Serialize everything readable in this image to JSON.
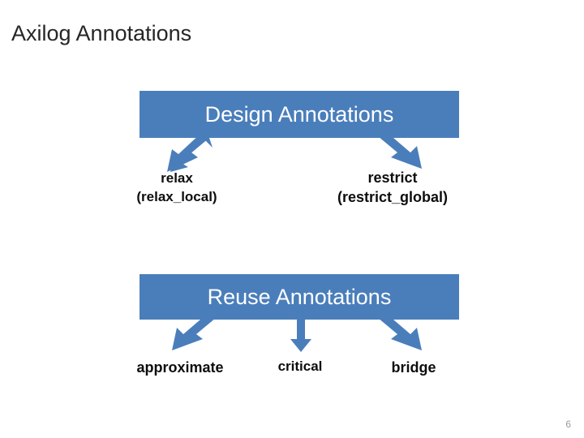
{
  "slide": {
    "title": "Axilog Annotations",
    "page_number": "6",
    "accent_color": "#4a7ebb",
    "arrow_color": "#4a7ebb",
    "text_color": "#0d0d0d",
    "title_color": "#262626"
  },
  "design": {
    "band_label": "Design Annotations",
    "children": [
      {
        "name": "relax",
        "sub": "(relax_local)"
      },
      {
        "name": "restrict",
        "sub": "(restrict_global)"
      }
    ]
  },
  "reuse": {
    "band_label": "Reuse Annotations",
    "children": [
      {
        "name": "approximate"
      },
      {
        "name": "critical"
      },
      {
        "name": "bridge"
      }
    ]
  },
  "icons": {
    "arrow": "arrow-down-left-icon"
  }
}
